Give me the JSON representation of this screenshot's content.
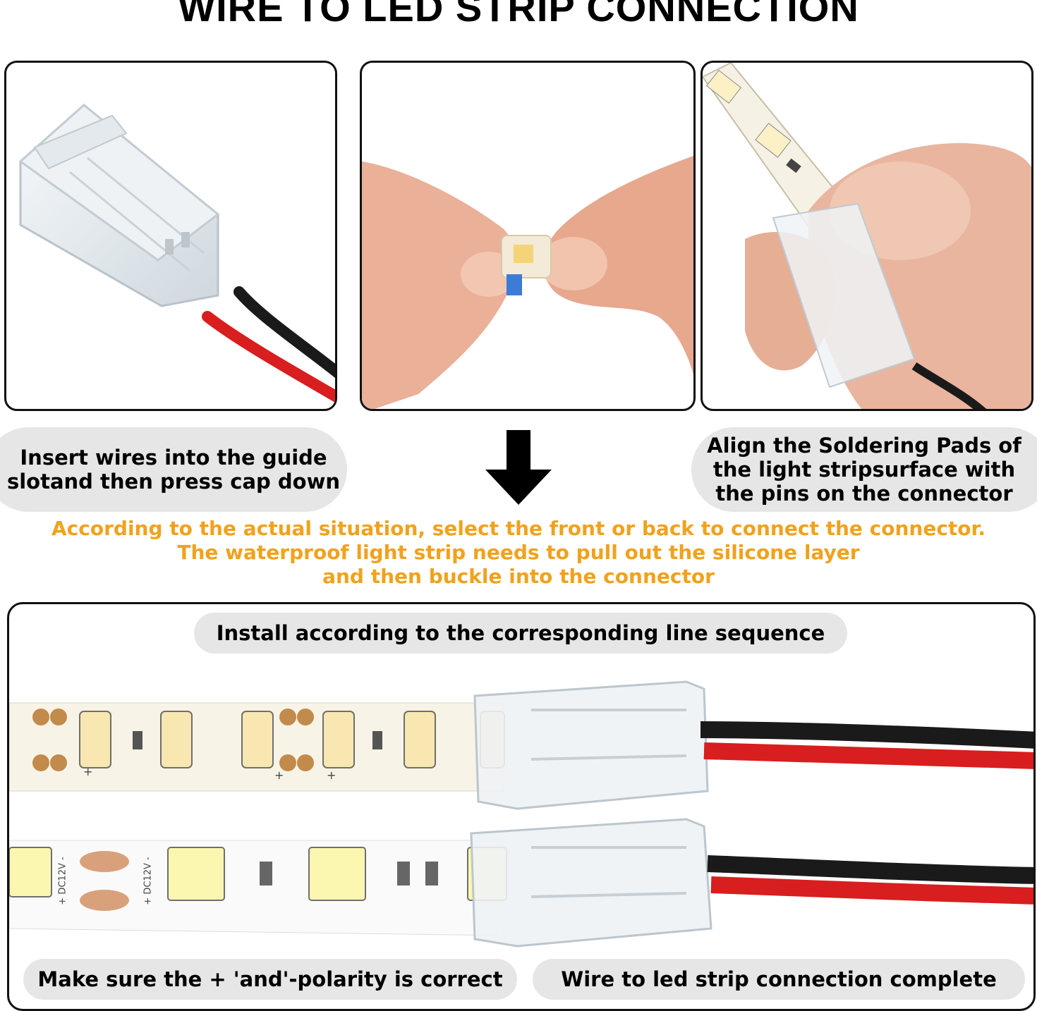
{
  "header": {
    "title": "WIRE TO LED STRIP CONNECTION"
  },
  "steps": {
    "left_caption": [
      "Insert wires into the guide",
      "slotand then press cap down"
    ],
    "right_caption": [
      "Align the Soldering Pads of",
      "the light stripsurface with",
      "the pins on the connector"
    ]
  },
  "note": {
    "line1": "According to the actual situation, select the front or back to connect the connector.",
    "line2": "The waterproof light strip needs to pull out the silicone layer",
    "line3": "and then buckle into the connector"
  },
  "bottom": {
    "top_label": "Install according to the corresponding line sequence",
    "bottom_left_label": "Make sure the + 'and'-polarity is correct",
    "bottom_right_label": "Wire to led strip connection complete",
    "strip1_marks": [
      "+",
      "+",
      "+"
    ],
    "strip2_marks": [
      "+ DC12V -",
      "+ DC12V -"
    ]
  },
  "colors": {
    "accent_orange": "#f0a21e",
    "pill_gray": "#e6e6e6",
    "wire_red": "#d81e1e",
    "wire_black": "#1a1a1a"
  }
}
